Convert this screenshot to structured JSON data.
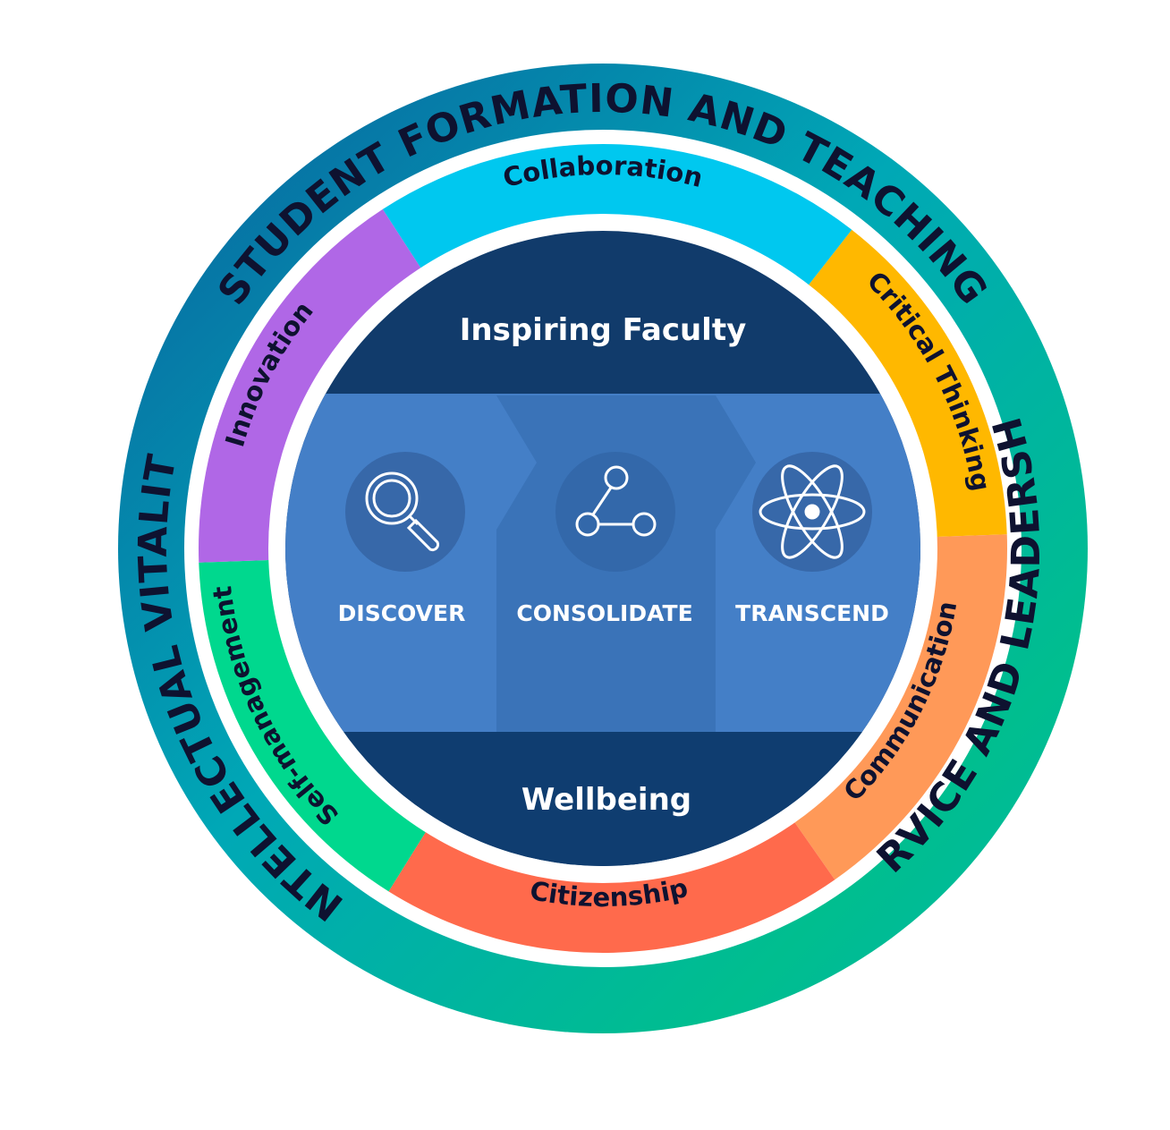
{
  "outer_ring": {
    "top": "STUDENT FORMATION AND TEACHING",
    "left": "INTELLECTUAL VITALITY",
    "right": "SERVICE AND LEADERSHIP"
  },
  "competencies": [
    {
      "id": "collaboration",
      "label": "Collaboration",
      "color": "#00c8ef"
    },
    {
      "id": "critical-thinking",
      "label": "Critical Thinking",
      "color": "#ffb800"
    },
    {
      "id": "communication",
      "label": "Communication",
      "color": "#ff9958"
    },
    {
      "id": "citizenship",
      "label": "Citizenship",
      "color": "#ff6a4c"
    },
    {
      "id": "self-management",
      "label": "Self-management",
      "color": "#00d88e"
    },
    {
      "id": "innovation",
      "label": "Innovation",
      "color": "#b067e6"
    }
  ],
  "core": {
    "top_label": "Inspiring Faculty",
    "bottom_label": "Wellbeing",
    "stages": [
      {
        "label": "DISCOVER",
        "icon": "magnifier-icon"
      },
      {
        "label": "CONSOLIDATE",
        "icon": "network-nodes-icon"
      },
      {
        "label": "TRANSCEND",
        "icon": "atom-icon"
      }
    ]
  },
  "colors": {
    "outer_ring_gradient": [
      "#0a68a5",
      "#00b2b4",
      "#00c08b"
    ],
    "core_dark": "#113b6b",
    "stage_light": "#447fc7",
    "stage_mid": "#3a73b8"
  }
}
